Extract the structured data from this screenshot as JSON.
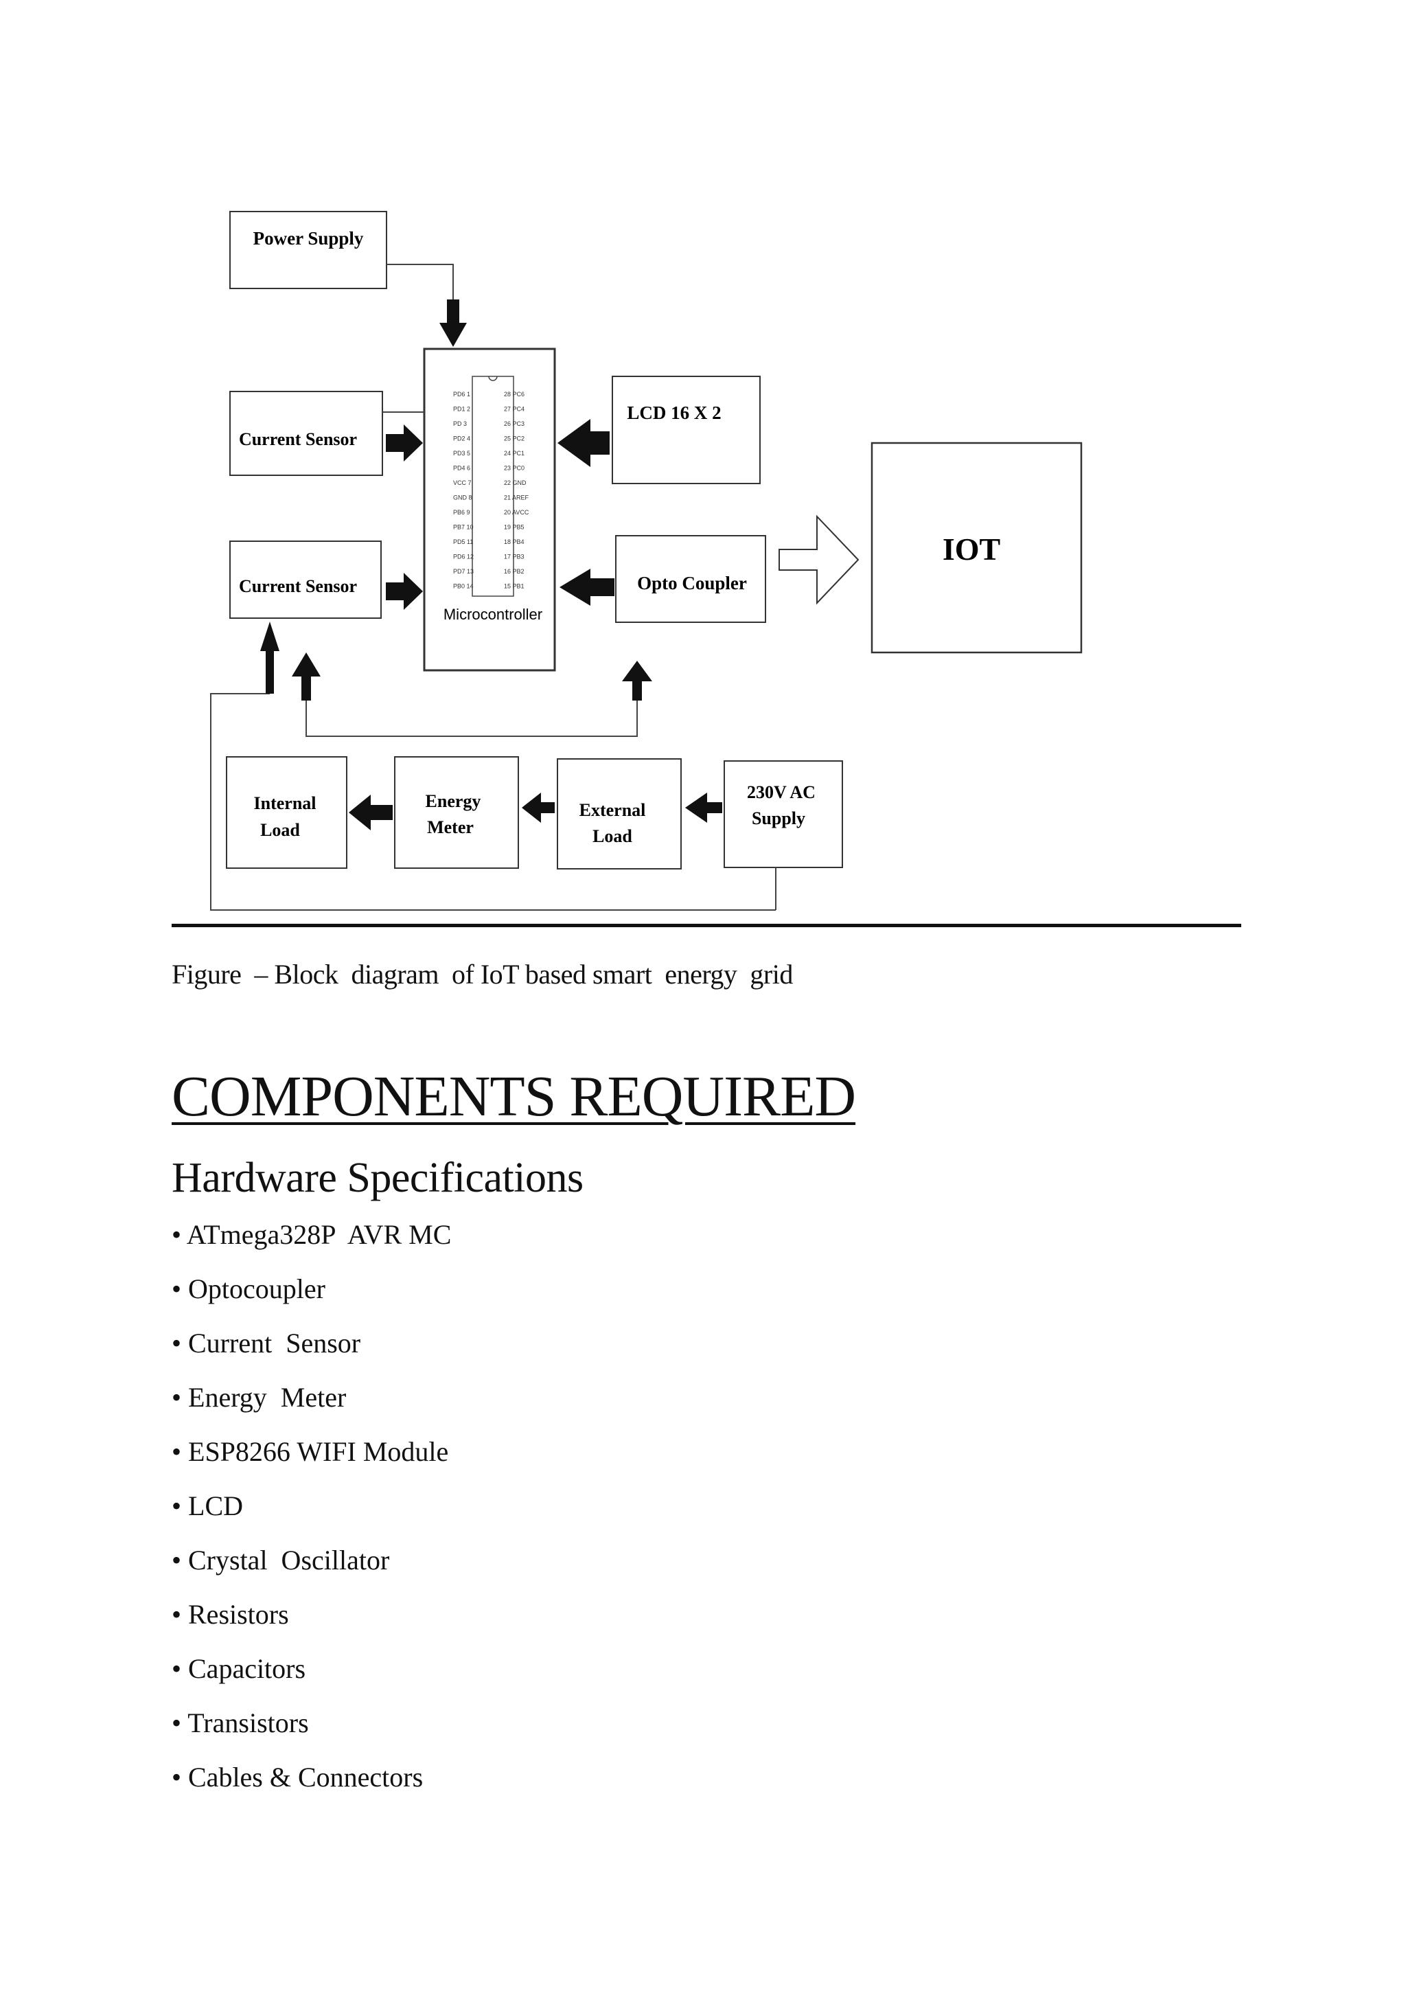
{
  "diagram": {
    "blocks": {
      "power_supply": "Power Supply",
      "current_sensor_1": "Current Sensor",
      "current_sensor_2": "Current Sensor",
      "lcd": "LCD 16 X 2",
      "opto_coupler": "Opto Coupler",
      "iot": "IOT",
      "microcontroller": "Microcontroller",
      "internal_load": [
        "Internal",
        "Load"
      ],
      "energy_meter": [
        "Energy",
        "Meter"
      ],
      "external_load": [
        "External",
        "Load"
      ],
      "ac_supply": [
        "230V AC",
        "Supply"
      ]
    },
    "chip_pins_left": [
      "PD6 1",
      "PD1 2",
      "PD 3",
      "PD2 4",
      "PD3 5",
      "PD4 6",
      "VCC 7",
      "GND 8",
      "PB6 9",
      "PB7 10",
      "PD5 11",
      "PD6 12",
      "PD7 13",
      "PB0 14"
    ],
    "chip_pins_right": [
      "28 PC6",
      "27 PC4",
      "26 PC3",
      "25 PC2",
      "24 PC1",
      "23 PC0",
      "22 GND",
      "21 AREF",
      "20 AVCC",
      "19 PB5",
      "18 PB4",
      "17 PB3",
      "16 PB2",
      "15 PB1"
    ]
  },
  "caption": "Figure  – Block  diagram  of IoT based smart  energy  grid",
  "heading": "COMPONENTS REQUIRED",
  "subheading": "Hardware Specifications",
  "specs": [
    "• ATmega328P  AVR MC",
    "• Optocoupler",
    "• Current  Sensor",
    "• Energy  Meter",
    "• ESP8266 WIFI Module",
    "• LCD",
    "• Crystal  Oscillator",
    "• Resistors",
    "• Capacitors",
    "• Transistors",
    "• Cables & Connectors"
  ]
}
